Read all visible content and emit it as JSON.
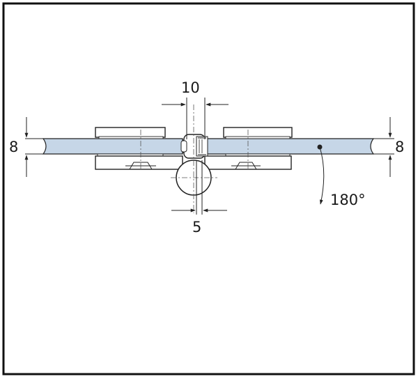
{
  "dimensions": {
    "top_gap": "10",
    "bottom_gap": "5",
    "left_thickness": "8",
    "right_thickness": "8",
    "rotation": "180°"
  },
  "colors": {
    "glass": "#c6d6e7",
    "line": "#222222",
    "background": "#ffffff"
  }
}
